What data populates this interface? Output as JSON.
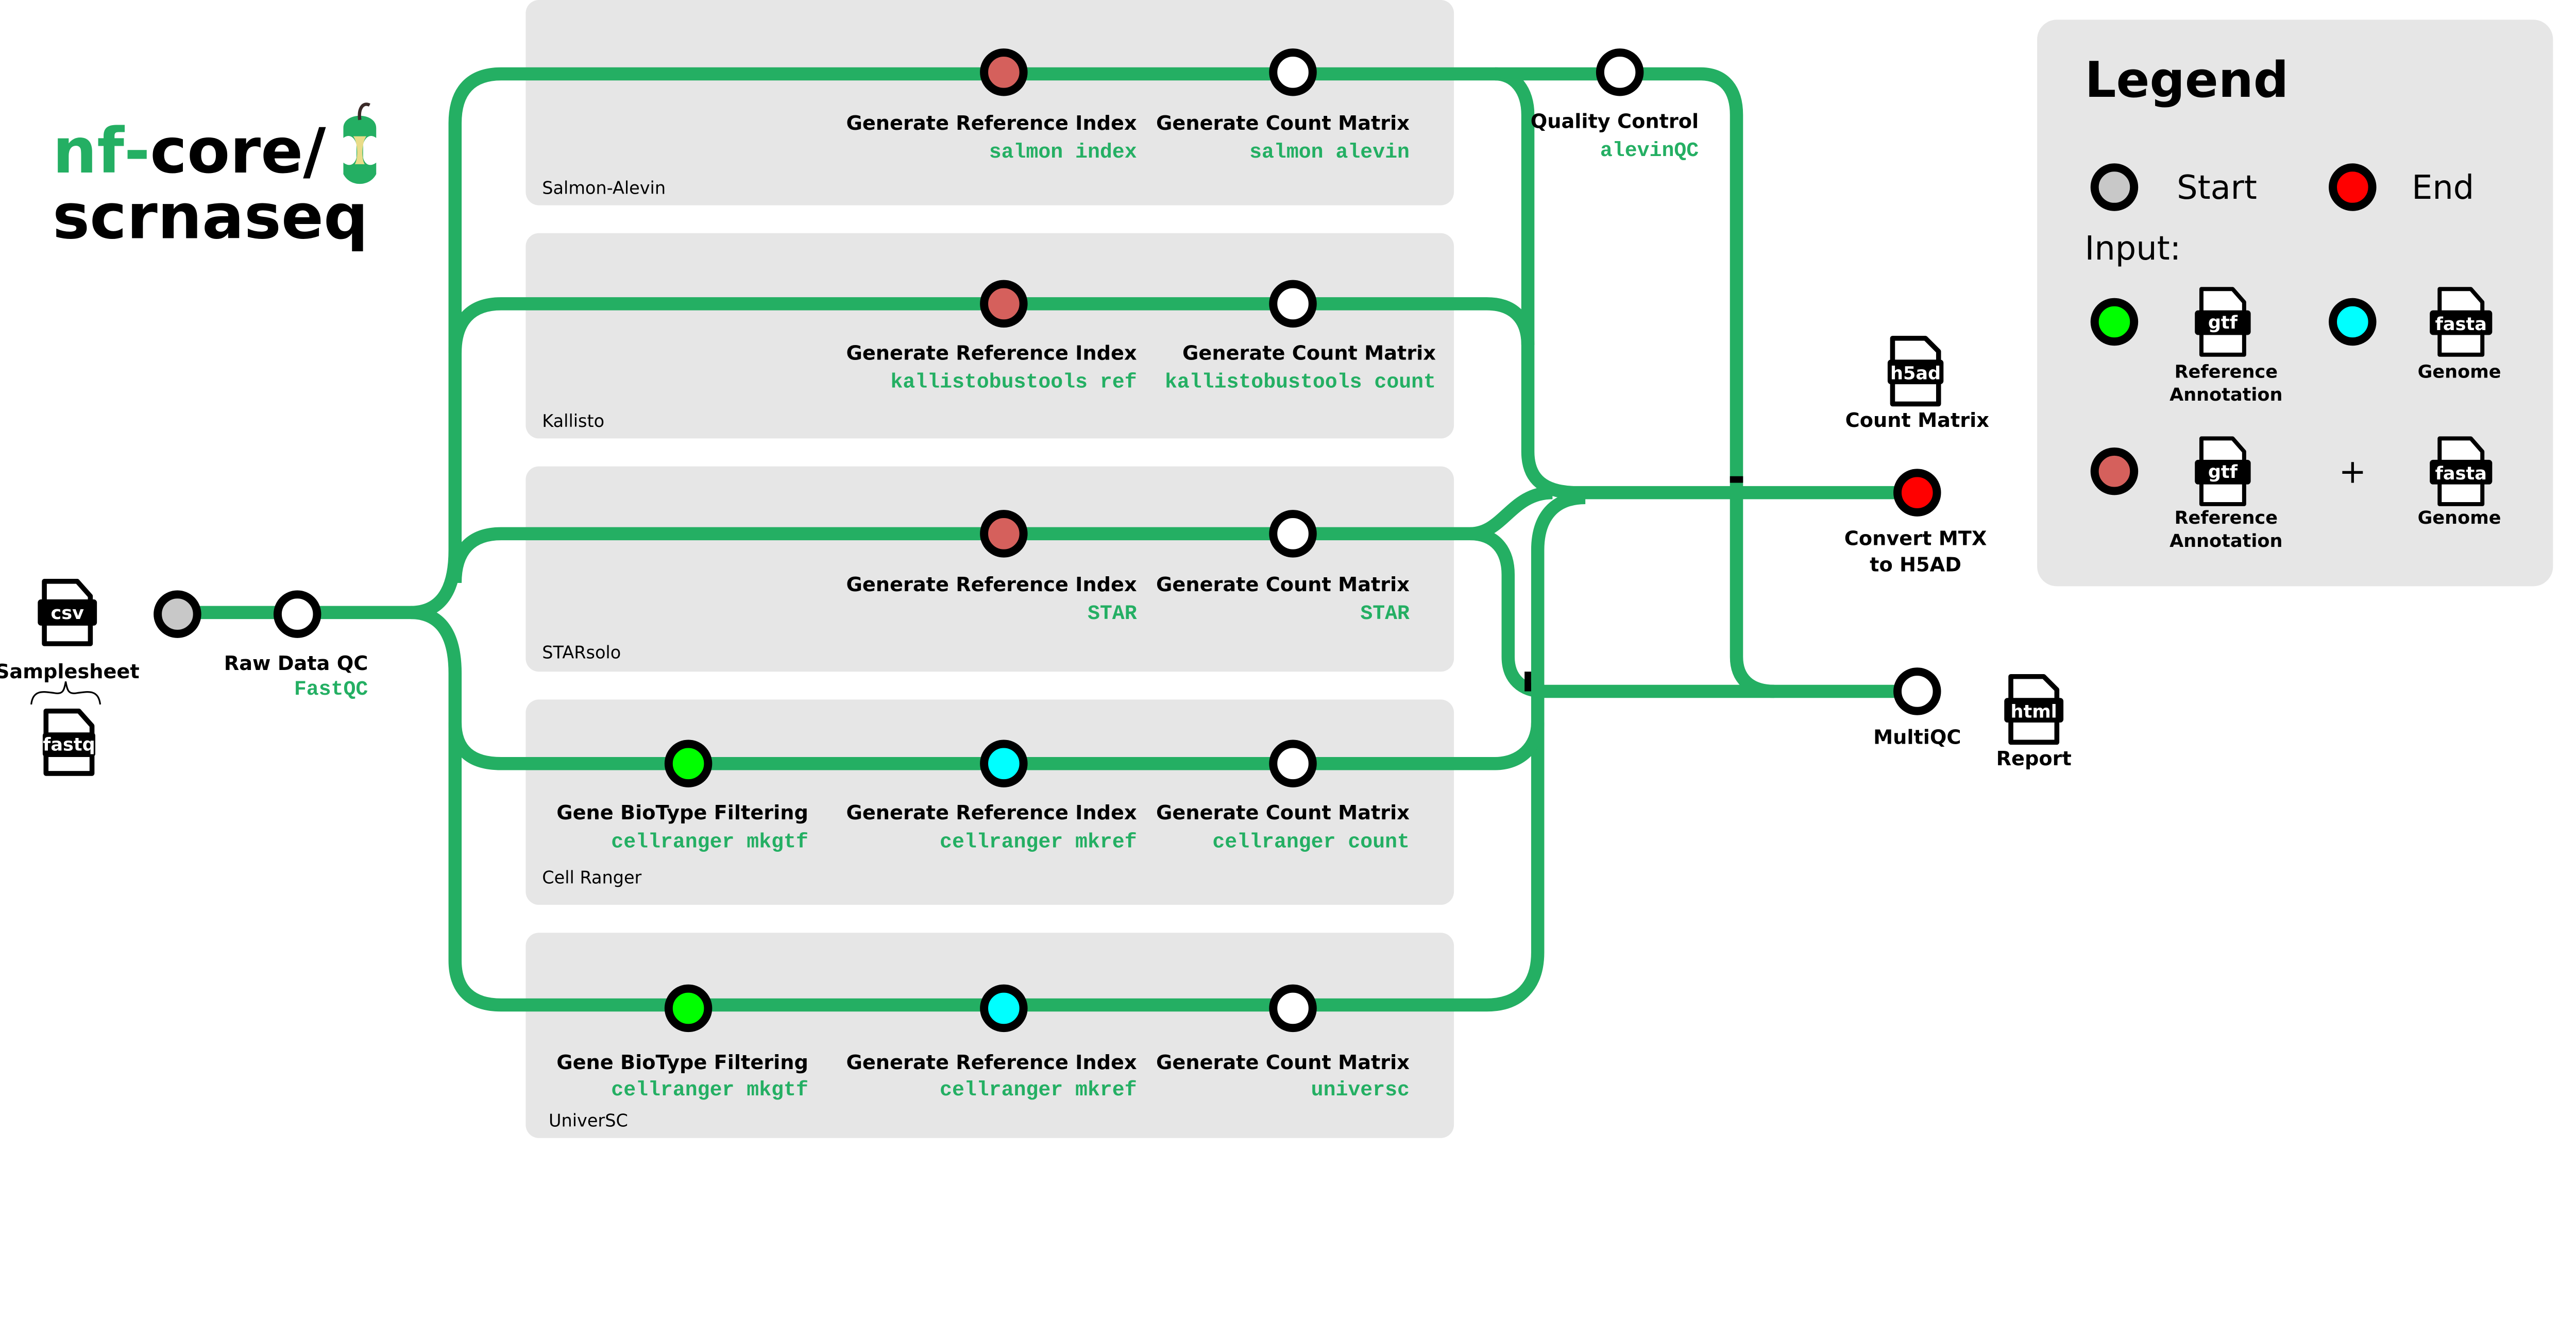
{
  "logo": {
    "prefix": "nf",
    "dash": "-",
    "core": "core/",
    "name": "scrnaseq"
  },
  "colors": {
    "track": "#24af63",
    "panel": "#e6e6e6",
    "start": "#c8c8c8",
    "end": "#ff0000",
    "gtf_input": "#00ff00",
    "fasta_input": "#00ffff",
    "gtf_fasta_input": "#d5605c"
  },
  "inputs": {
    "samplesheet": {
      "ext": "csv",
      "label": "Samplesheet"
    },
    "reads": {
      "ext": "fastq"
    }
  },
  "raw_qc": {
    "label": "Raw Data QC",
    "tool": "FastQC"
  },
  "subworkflows": [
    {
      "name": "Salmon-Alevin",
      "steps": [
        {
          "label": "Generate Reference Index",
          "tool": "salmon index"
        },
        {
          "label": "Generate Count Matrix",
          "tool": "salmon alevin"
        }
      ]
    },
    {
      "name": "Kallisto",
      "steps": [
        {
          "label": "Generate Reference Index",
          "tool": "kallistobustools ref"
        },
        {
          "label": "Generate Count Matrix",
          "tool": "kallistobustools count"
        }
      ]
    },
    {
      "name": "STARsolo",
      "steps": [
        {
          "label": "Generate Reference Index",
          "tool": "STAR"
        },
        {
          "label": "Generate Count Matrix",
          "tool": "STAR"
        }
      ]
    },
    {
      "name": "Cell Ranger",
      "steps": [
        {
          "label": "Gene BioType Filtering",
          "tool": "cellranger mkgtf"
        },
        {
          "label": "Generate Reference Index",
          "tool": "cellranger mkref"
        },
        {
          "label": "Generate Count Matrix",
          "tool": "cellranger count"
        }
      ]
    },
    {
      "name": "UniverSC",
      "steps": [
        {
          "label": "Gene BioType Filtering",
          "tool": "cellranger mkgtf"
        },
        {
          "label": "Generate Reference Index",
          "tool": "cellranger mkref"
        },
        {
          "label": "Generate Count Matrix",
          "tool": "universc"
        }
      ]
    }
  ],
  "quality_control": {
    "label": "Quality Control",
    "tool": "alevinQC"
  },
  "convert": {
    "label_line1": "Convert MTX",
    "label_line2": "to H5AD",
    "output_ext": "h5ad",
    "output_label": "Count Matrix"
  },
  "multiqc": {
    "label": "MultiQC",
    "output_ext": "html",
    "output_label": "Report"
  },
  "legend": {
    "title": "Legend",
    "start": "Start",
    "end": "End",
    "input_heading": "Input:",
    "gtf_ext": "gtf",
    "fasta_ext": "fasta",
    "ref_line1": "Reference",
    "ref_line2": "Annotation",
    "genome": "Genome",
    "plus": "+"
  }
}
